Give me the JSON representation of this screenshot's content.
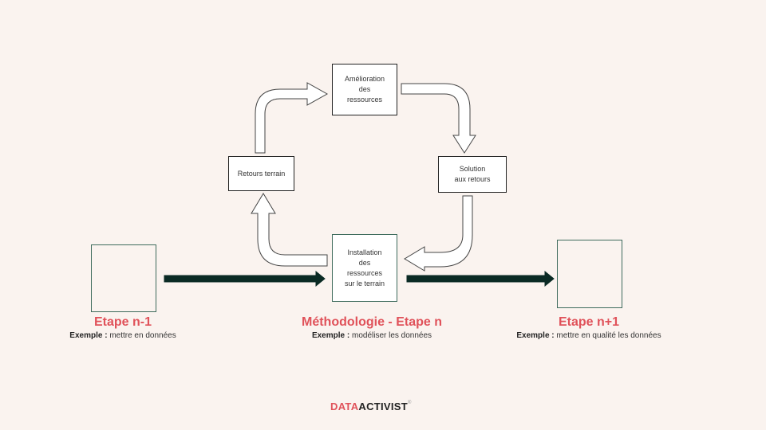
{
  "colors": {
    "accent": "#e0525a",
    "background": "#faf3ef",
    "arrow_fill": "#0a2a24",
    "box_border": "#3e6b5c"
  },
  "cycle": {
    "top": "Amélioration\ndes\nressources",
    "right": "Solution\naux retours",
    "left": "Retours terrain",
    "bottom": "Installation\ndes\nressources\nsur le terrain"
  },
  "steps": [
    {
      "title": "Etape n-1",
      "example_label": "Exemple :",
      "example_text": "mettre en données"
    },
    {
      "title": "Méthodologie - Etape n",
      "example_label": "Exemple :",
      "example_text": "modéliser les données"
    },
    {
      "title": "Etape n+1",
      "example_label": "Exemple :",
      "example_text": "mettre en qualité les données"
    }
  ],
  "logo": {
    "part1": "DATA",
    "part2": "ACTIVIST",
    "mark": "®"
  }
}
